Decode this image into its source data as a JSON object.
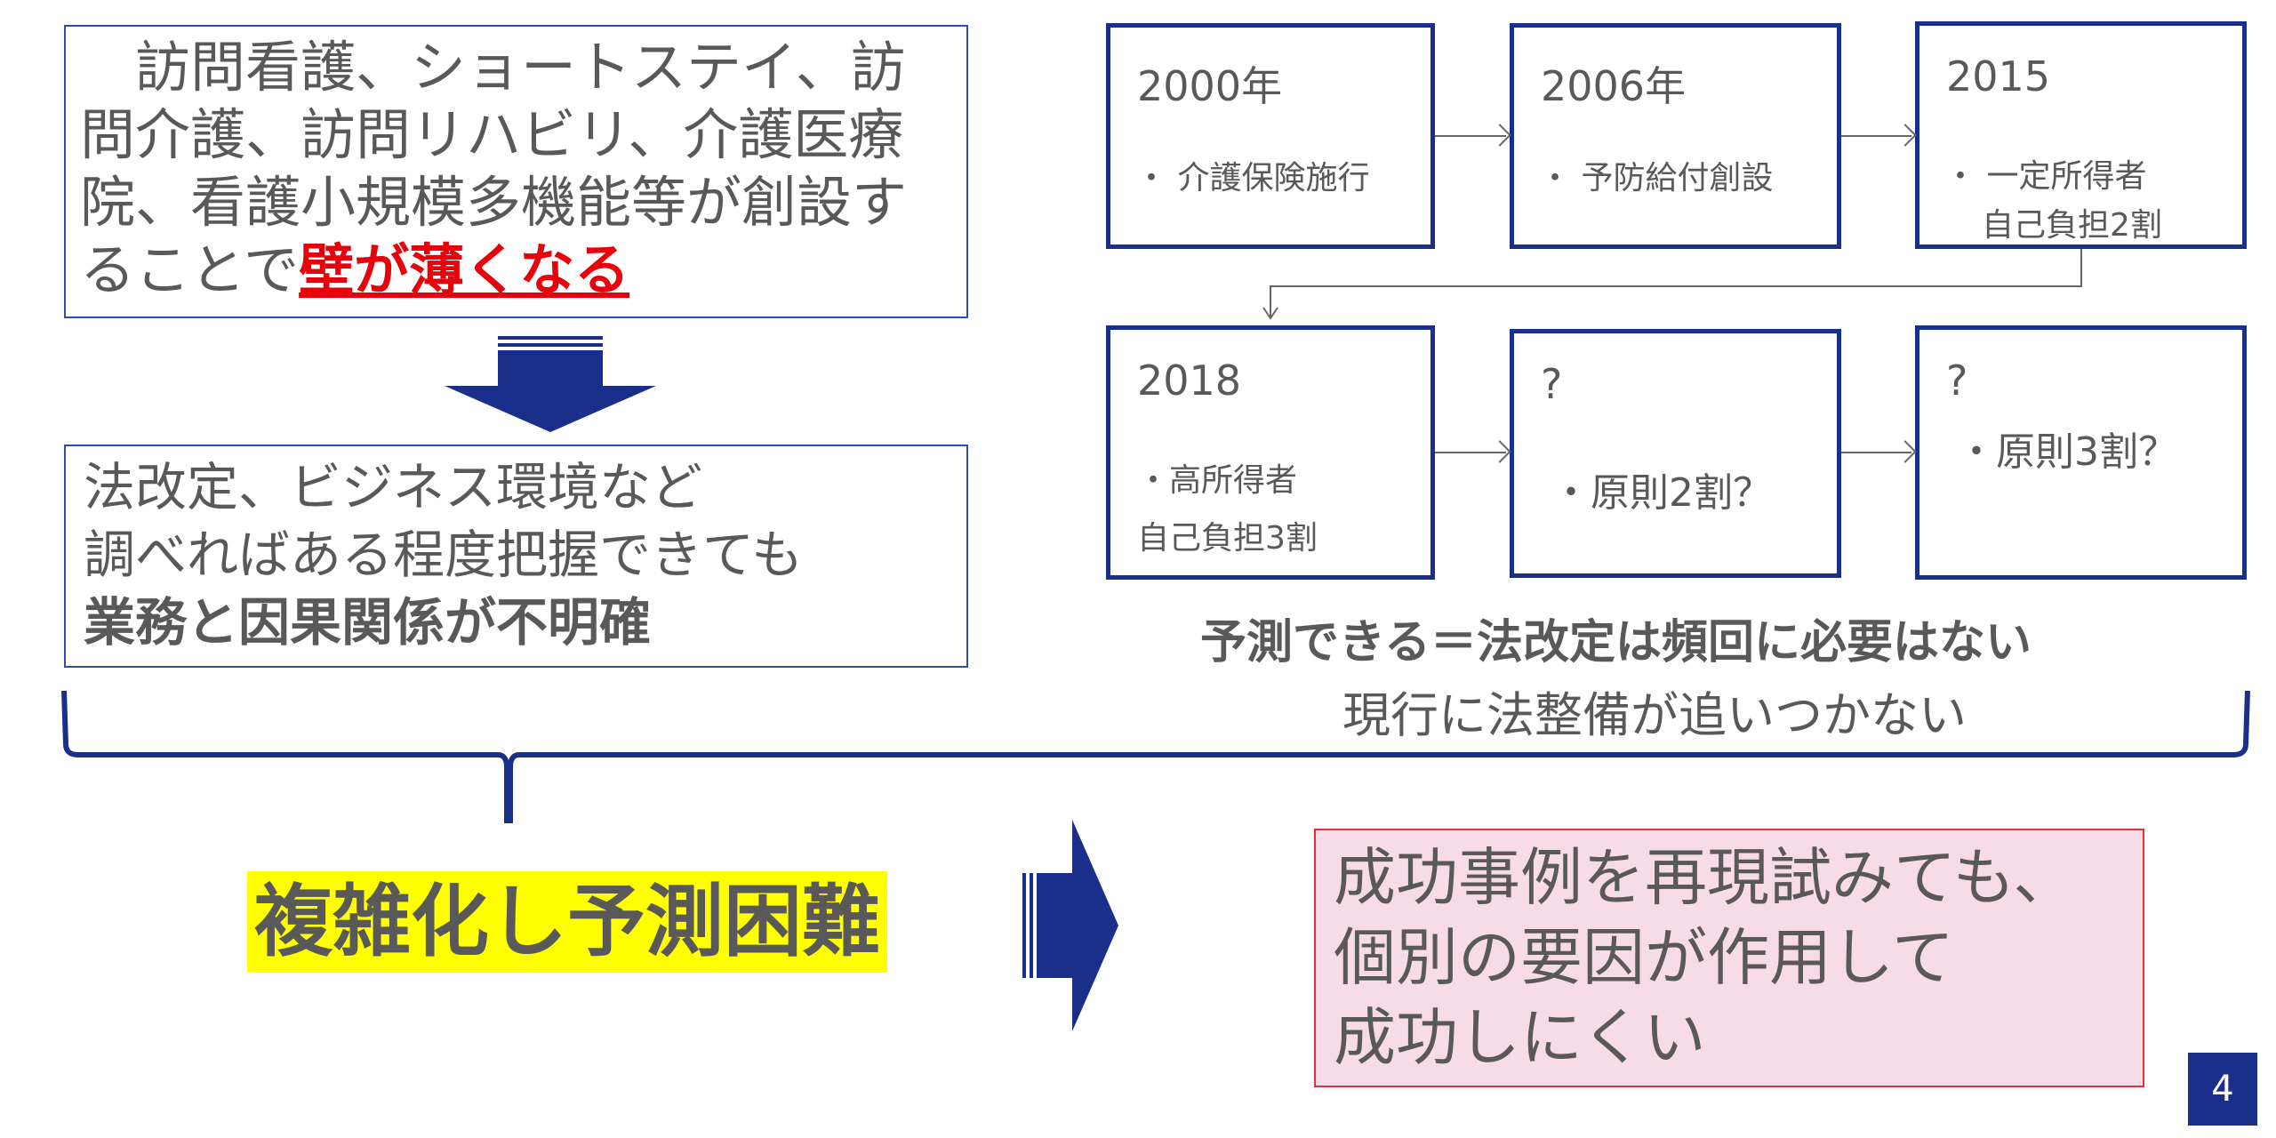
{
  "left": {
    "box1": {
      "line1": "　訪問看護、ショートステイ、訪",
      "line2": "問介護、訪問リハビリ、介護医療",
      "line3": "院、看護小規模多機能等が創設す",
      "line4_plain": "ることで",
      "line4_emph": "壁が薄くなる"
    },
    "box2": {
      "line1": "法改定、ビジネス環境など",
      "line2": "調べればある程度把握できても",
      "line3": "業務と因果関係が不明確"
    }
  },
  "timeline": [
    {
      "year": "2000年",
      "b1": "・ 介護保険施行",
      "b2": ""
    },
    {
      "year": "2006年",
      "b1": "・ 予防給付創設",
      "b2": ""
    },
    {
      "year": "2015",
      "b1": "・ 一定所得者",
      "b2": "自己負担2割"
    },
    {
      "year": "2018",
      "b1": "・高所得者",
      "b2": "自己負担3割"
    },
    {
      "year": "?",
      "b1": "・原則2割？",
      "b2": ""
    },
    {
      "year": "?",
      "b1": "・原則3割？",
      "b2": ""
    }
  ],
  "note": {
    "bold": "予測できる＝法改定は頻回に必要はない",
    "plain": "現行に法整備が追いつかない"
  },
  "conclusion": "複雑化し予測困難",
  "result": {
    "line1": "成功事例を再現試みても、",
    "line2": "個別の要因が作用して",
    "line3": "成功しにくい"
  },
  "page_number": "4",
  "colors": {
    "navy": "#1a2f8a",
    "red": "#e8000b",
    "yellow": "#ffff00",
    "pink": "#f7dce8"
  }
}
